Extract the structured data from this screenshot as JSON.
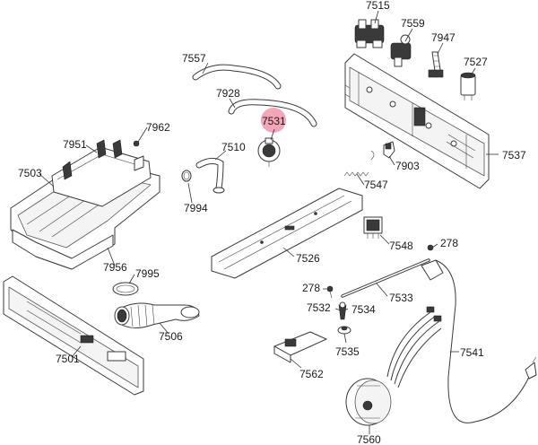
{
  "highlight_color": "#f4a6b8",
  "parts": {
    "p7515": "7515",
    "p7559": "7559",
    "p7947": "7947",
    "p7527": "7527",
    "p7537": "7537",
    "p7557": "7557",
    "p7928": "7928",
    "p7531": "7531",
    "p7962": "7962",
    "p7951": "7951",
    "p7503": "7503",
    "p7510": "7510",
    "p7903": "7903",
    "p7547": "7547",
    "p7994": "7994",
    "p7526": "7526",
    "p7548": "7548",
    "p278a": "278",
    "p7956": "7956",
    "p7995": "7995",
    "p278b": "278",
    "p7533": "7533",
    "p7532": "7532",
    "p7534": "7534",
    "p7506": "7506",
    "p7501": "7501",
    "p7535": "7535",
    "p7541": "7541",
    "p7562": "7562",
    "p7560": "7560"
  }
}
